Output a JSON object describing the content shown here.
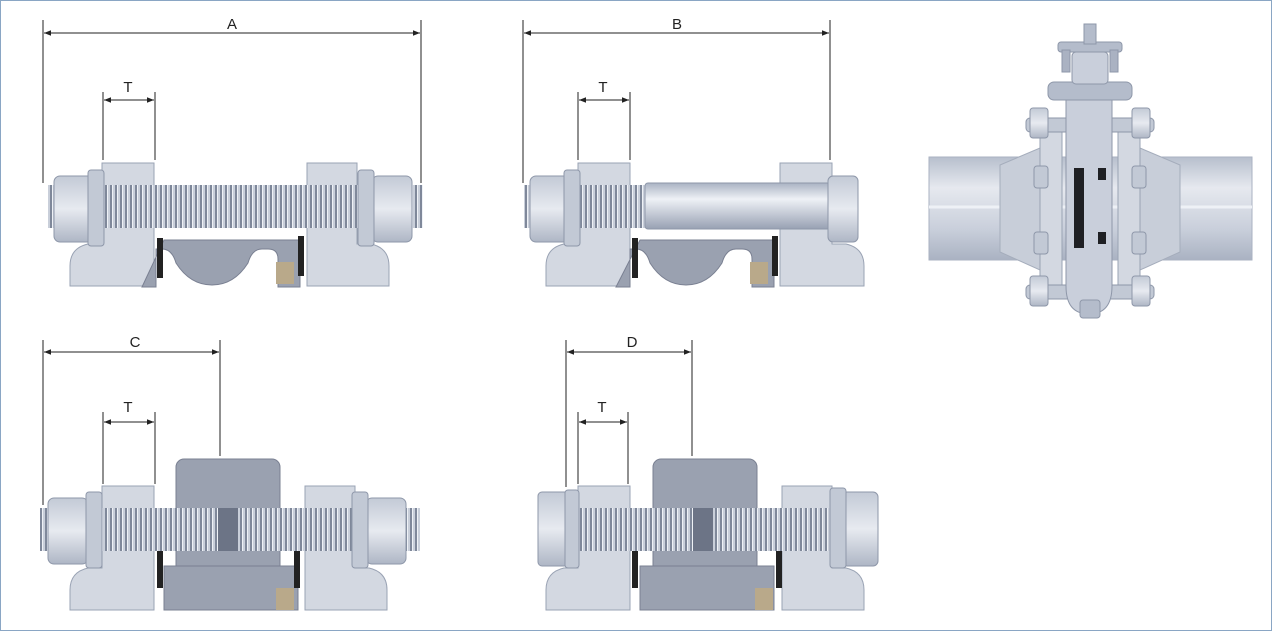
{
  "dimensions": {
    "a": "A",
    "b": "B",
    "c": "C",
    "d": "D",
    "t": "T"
  },
  "colors": {
    "frame": "#8aa6c4",
    "metal_light": "#d6dbe4",
    "metal_mid": "#b4bccb",
    "metal_dark": "#8e97a9",
    "body": "#9aa1b0",
    "body_dark": "#7a8092",
    "gasket": "#222222",
    "pipe": "#c9cfdb",
    "line": "#222222"
  },
  "figures": [
    {
      "id": "through-bolt",
      "dimension": "A"
    },
    {
      "id": "tap-end-stud",
      "dimension": "B"
    },
    {
      "id": "lug-stud-left",
      "dimension": "C"
    },
    {
      "id": "lug-stud-right",
      "dimension": "D"
    },
    {
      "id": "valve-assembly",
      "dimension": ""
    }
  ]
}
